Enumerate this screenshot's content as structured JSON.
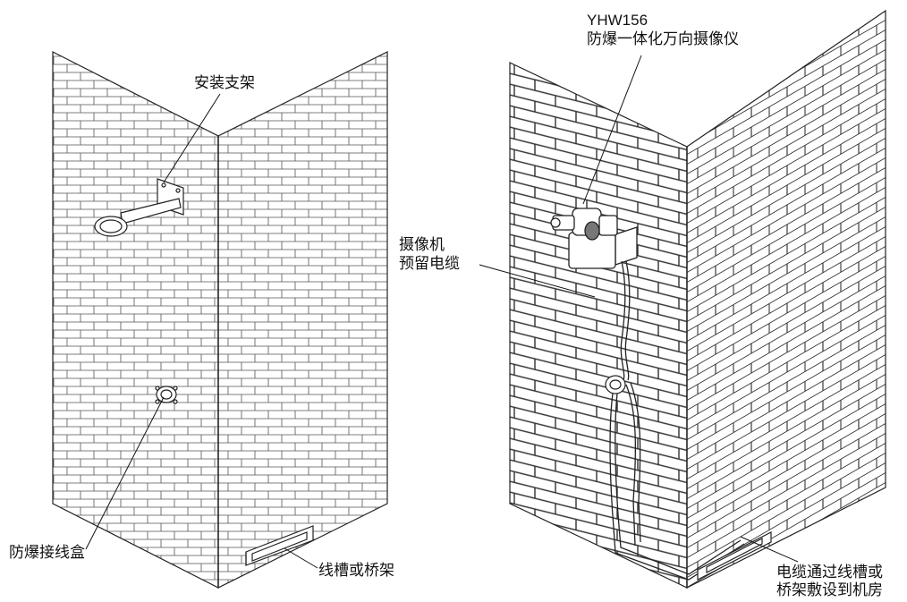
{
  "left_panel": {
    "bracket_label": "安装支架",
    "junction_box_label": "防爆接线盒",
    "trough_label": "线槽或桥架"
  },
  "right_panel": {
    "model": "YHW156",
    "camera_name": "防爆一体化万向摄像仪",
    "reserved_cable_line1": "摄像机",
    "reserved_cable_line2": "预留电缆",
    "routing_line1": "电缆通过线槽或",
    "routing_line2": "桥架敷设到机房"
  },
  "colors": {
    "stroke": "#222222",
    "background": "#ffffff"
  }
}
